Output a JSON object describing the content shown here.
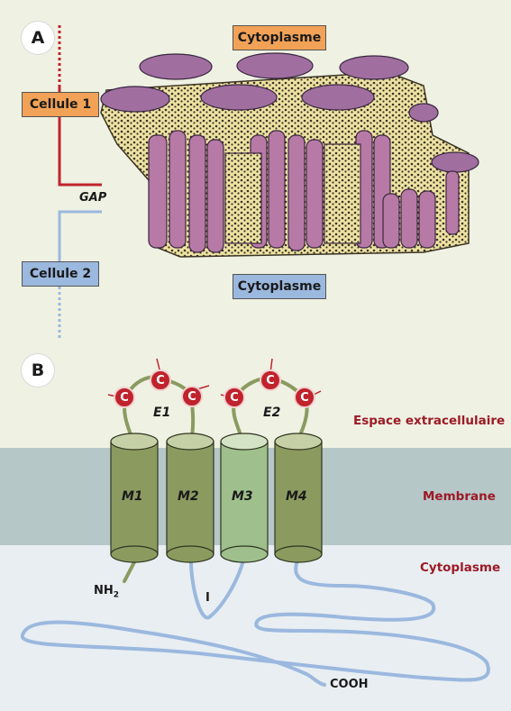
{
  "panel_a": {
    "badge": "A",
    "cytoplasm_top": "Cytoplasme",
    "cytoplasm_bottom": "Cytoplasme",
    "cell1": "Cellule 1",
    "cell2": "Cellule 2",
    "gap": "GAP",
    "colors": {
      "cell1_line": "#c0232c",
      "cell2_line": "#9bb8de",
      "protein": "#b77aa6",
      "lipid": "#eee2a3"
    }
  },
  "panel_b": {
    "badge": "B",
    "extracellular": "Espace extracellulaire",
    "membrane": "Membrane",
    "cytoplasm": "Cytoplasme",
    "loops": [
      "E1",
      "E2"
    ],
    "cysteine": "C",
    "segments": [
      "M1",
      "M2",
      "M3",
      "M4"
    ],
    "n_terminus": "NH",
    "n_terminus_sub": "2",
    "loop_label": "I",
    "c_terminus": "COOH",
    "colors": {
      "membrane": "#b6c7c8",
      "cytoplasm": "#e8eef2",
      "helix": "#8b9b60",
      "helix_light": "#9fc08c",
      "chain": "#9bb8de",
      "cys": "#c0232c"
    }
  }
}
